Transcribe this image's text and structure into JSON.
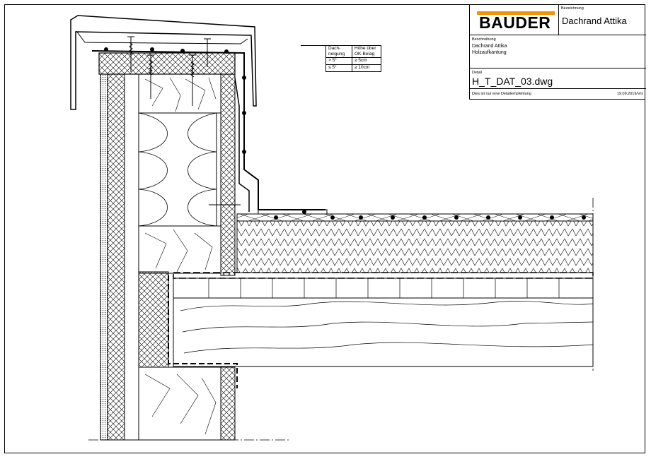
{
  "title_block": {
    "logo_text": "BAUDER",
    "designation_label": "Bezeichnung",
    "designation": "Dachrand Attika",
    "description_label": "Beschreibung",
    "description_line1": "Dachrand Attika",
    "description_line2": "Holzaufkantung",
    "detail_label": "Detail",
    "detail_file": "H_T_DAT_03.dwg",
    "disclaimer": "Dies ist nur eine Detailempfehlung",
    "date": "19.09.2019/Vrs"
  },
  "slope_table": {
    "header_slope": "Dach-neigung",
    "header_height": "Höhe über OK-Belag",
    "rows": [
      {
        "slope": "> 5°",
        "height": "≥ 5cm"
      },
      {
        "slope": "≤ 5°",
        "height": "≥ 10cm"
      }
    ]
  },
  "colors": {
    "brand_orange": "#f39200",
    "line": "#000000"
  }
}
